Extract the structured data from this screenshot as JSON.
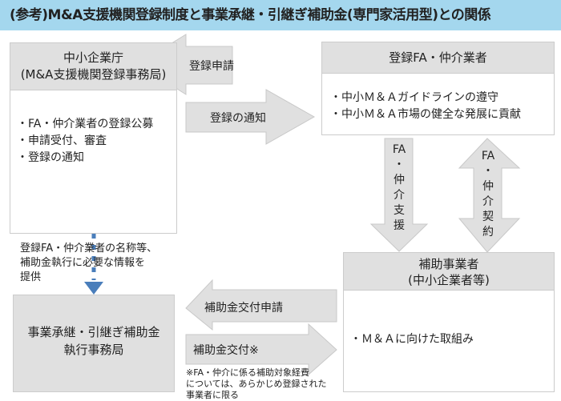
{
  "title": "(参考)M&A支援機関登録制度と事業承継・引継ぎ補助金(専門家活用型)との関係",
  "sme_agency": {
    "name": "中小企業庁",
    "sub": "(M&A支援機関登録事務局)",
    "items": [
      "・FA・仲介業者の登録公募",
      "・申請受付、審査",
      "・登録の通知"
    ]
  },
  "registered_fa": {
    "name": "登録FA・仲介業者",
    "items": [
      "・中小Ｍ＆Ａガイドラインの遵守",
      "・中小Ｍ＆Ａ市場の健全な発展に貢献"
    ]
  },
  "arrows": {
    "apply": "登録申請",
    "notify": "登録の通知",
    "support": [
      "FA",
      "・",
      "仲",
      "介",
      "支",
      "援"
    ],
    "contract": [
      "FA",
      "・",
      "仲",
      "介",
      "契",
      "約"
    ],
    "grant_apply": "補助金交付申請",
    "grant": "補助金交付※"
  },
  "info_note": [
    "登録FA・仲介業者の名称等、",
    "補助金執行に必要な情報を",
    "提供"
  ],
  "secretariat": {
    "line1": "事業承継・引継ぎ補助金",
    "line2": "執行事務局"
  },
  "subsidy_recipient": {
    "name": "補助事業者",
    "sub": "(中小企業者等)",
    "item": "・Ｍ＆Ａに向けた取組み"
  },
  "footnote": [
    "※FA・仲介に係る補助対象経費",
    "については、あらかじめ登録された",
    "事業者に限る"
  ],
  "colors": {
    "title_bg": "#a4d7ee",
    "box_gray": "#e0e0e0",
    "dashed_arrow": "#4a7ebb"
  }
}
